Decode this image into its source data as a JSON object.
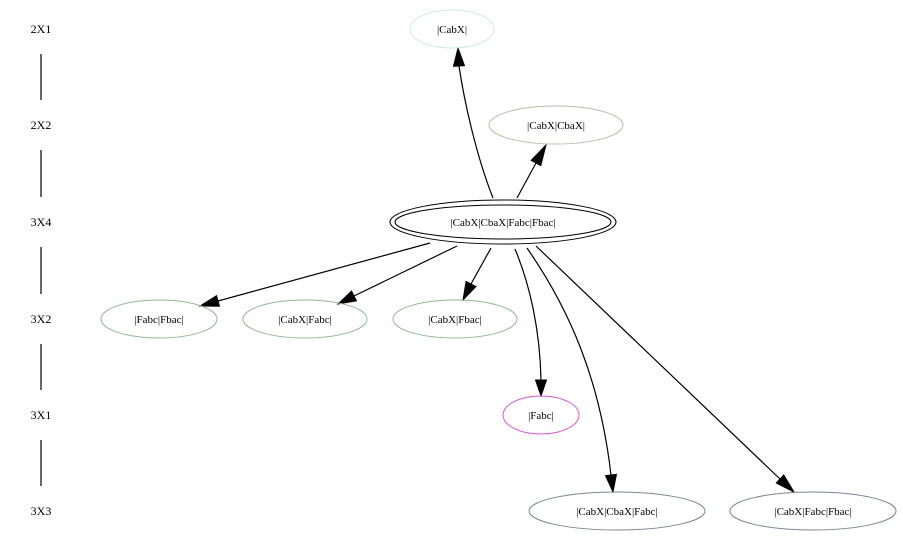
{
  "ranks": [
    {
      "id": "r0",
      "label": "2X1"
    },
    {
      "id": "r1",
      "label": "2X2"
    },
    {
      "id": "r2",
      "label": "3X4"
    },
    {
      "id": "r3",
      "label": "3X2"
    },
    {
      "id": "r4",
      "label": "3X1"
    },
    {
      "id": "r5",
      "label": "3X3"
    }
  ],
  "nodes": [
    {
      "id": "n1",
      "label": "|CabX|",
      "rank": "r0",
      "color": "#c9ece7",
      "peripheries": 1
    },
    {
      "id": "n2",
      "label": "|CabX|CbaX|",
      "rank": "r1",
      "color": "#c8b7a7",
      "peripheries": 1
    },
    {
      "id": "n3",
      "label": "|CabX|CbaX|Fabc|Fbac|",
      "rank": "r2",
      "color": "#000000",
      "peripheries": 2
    },
    {
      "id": "n4",
      "label": "|Fabc|Fbac|",
      "rank": "r3",
      "color": "#8fbc8f",
      "peripheries": 1
    },
    {
      "id": "n5",
      "label": "|CabX|Fabc|",
      "rank": "r3",
      "color": "#8fbc8f",
      "peripheries": 1
    },
    {
      "id": "n6",
      "label": "|CabX|Fbac|",
      "rank": "r3",
      "color": "#8fbc8f",
      "peripheries": 1
    },
    {
      "id": "n7",
      "label": "|Fabc|",
      "rank": "r4",
      "color": "#d65cd6",
      "peripheries": 1
    },
    {
      "id": "n8",
      "label": "|CabX|CbaX|Fabc|",
      "rank": "r5",
      "color": "#778899",
      "peripheries": 1
    },
    {
      "id": "n9",
      "label": "|CabX|Fabc|Fbac|",
      "rank": "r5",
      "color": "#778899",
      "peripheries": 1
    }
  ],
  "edges": [
    {
      "id": "e1",
      "from": "n3",
      "to": "n1"
    },
    {
      "id": "e2",
      "from": "n3",
      "to": "n2"
    },
    {
      "id": "e3",
      "from": "n3",
      "to": "n4"
    },
    {
      "id": "e4",
      "from": "n3",
      "to": "n5"
    },
    {
      "id": "e5",
      "from": "n3",
      "to": "n6"
    },
    {
      "id": "e6",
      "from": "n3",
      "to": "n7"
    },
    {
      "id": "e7",
      "from": "n3",
      "to": "n8"
    },
    {
      "id": "e8",
      "from": "n3",
      "to": "n9"
    }
  ]
}
